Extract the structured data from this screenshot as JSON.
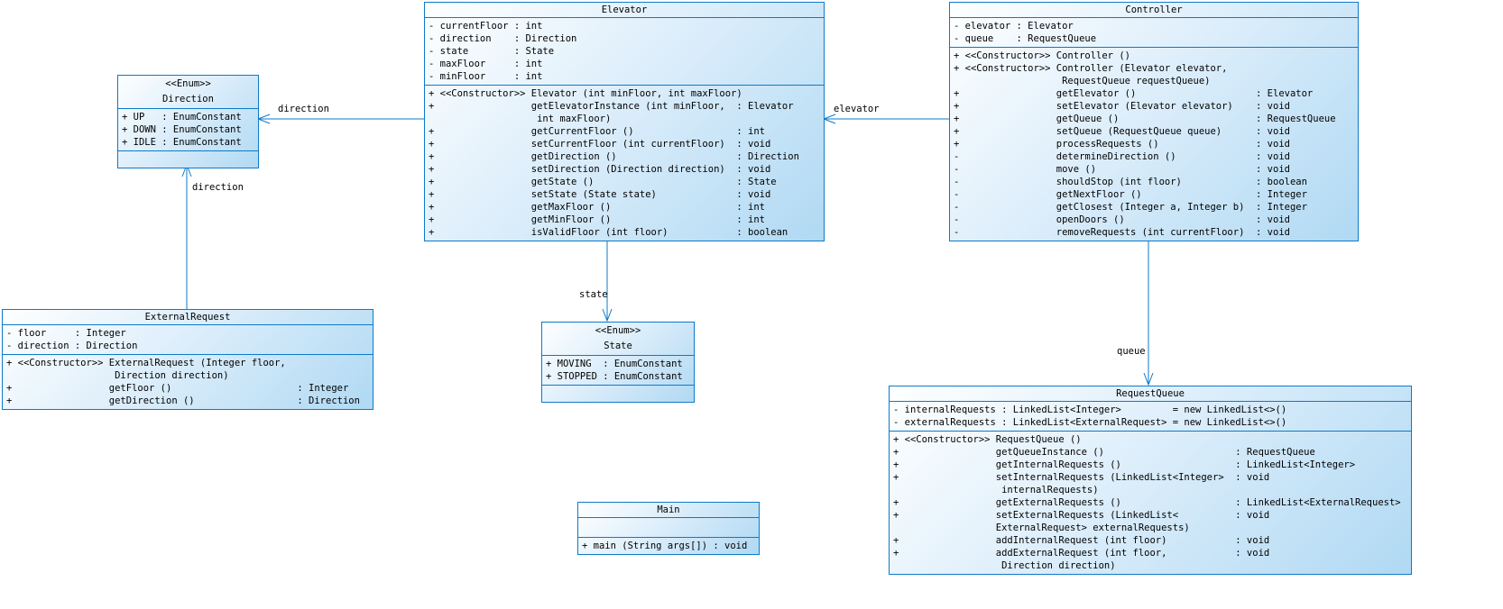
{
  "colors": {
    "box-border": "#0d7ac8",
    "edge": "#0d7ac8",
    "box-fill-light": "#feffff",
    "box-fill-dark": "#b0d9f3",
    "text": "#000000"
  },
  "classes": {
    "direction": {
      "stereotype": "<<Enum>>",
      "title": "Direction",
      "attributes": [
        "+ UP   : EnumConstant",
        "+ DOWN : EnumConstant",
        "+ IDLE : EnumConstant"
      ],
      "methods": []
    },
    "elevator": {
      "title": "Elevator",
      "attributes": [
        "- currentFloor : int",
        "- direction    : Direction",
        "- state        : State",
        "- maxFloor     : int",
        "- minFloor     : int"
      ],
      "methods": [
        "+ <<Constructor>> Elevator (int minFloor, int maxFloor)",
        "+                 getElevatorInstance (int minFloor,  : Elevator",
        "                   int maxFloor)",
        "+                 getCurrentFloor ()                  : int",
        "+                 setCurrentFloor (int currentFloor)  : void",
        "+                 getDirection ()                     : Direction",
        "+                 setDirection (Direction direction)  : void",
        "+                 getState ()                         : State",
        "+                 setState (State state)              : void",
        "+                 getMaxFloor ()                      : int",
        "+                 getMinFloor ()                      : int",
        "+                 isValidFloor (int floor)            : boolean"
      ]
    },
    "controller": {
      "title": "Controller",
      "attributes": [
        "- elevator : Elevator",
        "- queue    : RequestQueue"
      ],
      "methods": [
        "+ <<Constructor>> Controller ()",
        "+ <<Constructor>> Controller (Elevator elevator,",
        "                   RequestQueue requestQueue)",
        "+                 getElevator ()                     : Elevator",
        "+                 setElevator (Elevator elevator)    : void",
        "+                 getQueue ()                        : RequestQueue",
        "+                 setQueue (RequestQueue queue)      : void",
        "+                 processRequests ()                 : void",
        "-                 determineDirection ()              : void",
        "-                 move ()                            : void",
        "-                 shouldStop (int floor)             : boolean",
        "-                 getNextFloor ()                    : Integer",
        "-                 getClosest (Integer a, Integer b)  : Integer",
        "-                 openDoors ()                       : void",
        "-                 removeRequests (int currentFloor)  : void"
      ]
    },
    "external_request": {
      "title": "ExternalRequest",
      "attributes": [
        "- floor     : Integer",
        "- direction : Direction"
      ],
      "methods": [
        "+ <<Constructor>> ExternalRequest (Integer floor,",
        "                   Direction direction)",
        "+                 getFloor ()                      : Integer",
        "+                 getDirection ()                  : Direction"
      ]
    },
    "state": {
      "stereotype": "<<Enum>>",
      "title": "State",
      "attributes": [
        "+ MOVING  : EnumConstant",
        "+ STOPPED : EnumConstant"
      ],
      "methods": []
    },
    "main": {
      "title": "Main",
      "attributes": [],
      "methods": [
        "+ main (String args[]) : void"
      ]
    },
    "request_queue": {
      "title": "RequestQueue",
      "attributes": [
        "- internalRequests : LinkedList<Integer>         = new LinkedList<>()",
        "- externalRequests : LinkedList<ExternalRequest> = new LinkedList<>()"
      ],
      "methods": [
        "+ <<Constructor>> RequestQueue ()",
        "+                 getQueueInstance ()                       : RequestQueue",
        "+                 getInternalRequests ()                    : LinkedList<Integer>",
        "+                 setInternalRequests (LinkedList<Integer>  : void",
        "                   internalRequests)",
        "+                 getExternalRequests ()                    : LinkedList<ExternalRequest>",
        "+                 setExternalRequests (LinkedList<          : void",
        "                  ExternalRequest> externalRequests)",
        "+                 addInternalRequest (int floor)            : void",
        "+                 addExternalRequest (int floor,            : void",
        "                   Direction direction)"
      ]
    }
  },
  "edges": {
    "elevator_direction": {
      "label": "direction"
    },
    "externalrequest_direction": {
      "label": "direction"
    },
    "controller_elevator": {
      "label": "elevator"
    },
    "elevator_state": {
      "label": "state"
    },
    "controller_queue": {
      "label": "queue"
    }
  }
}
